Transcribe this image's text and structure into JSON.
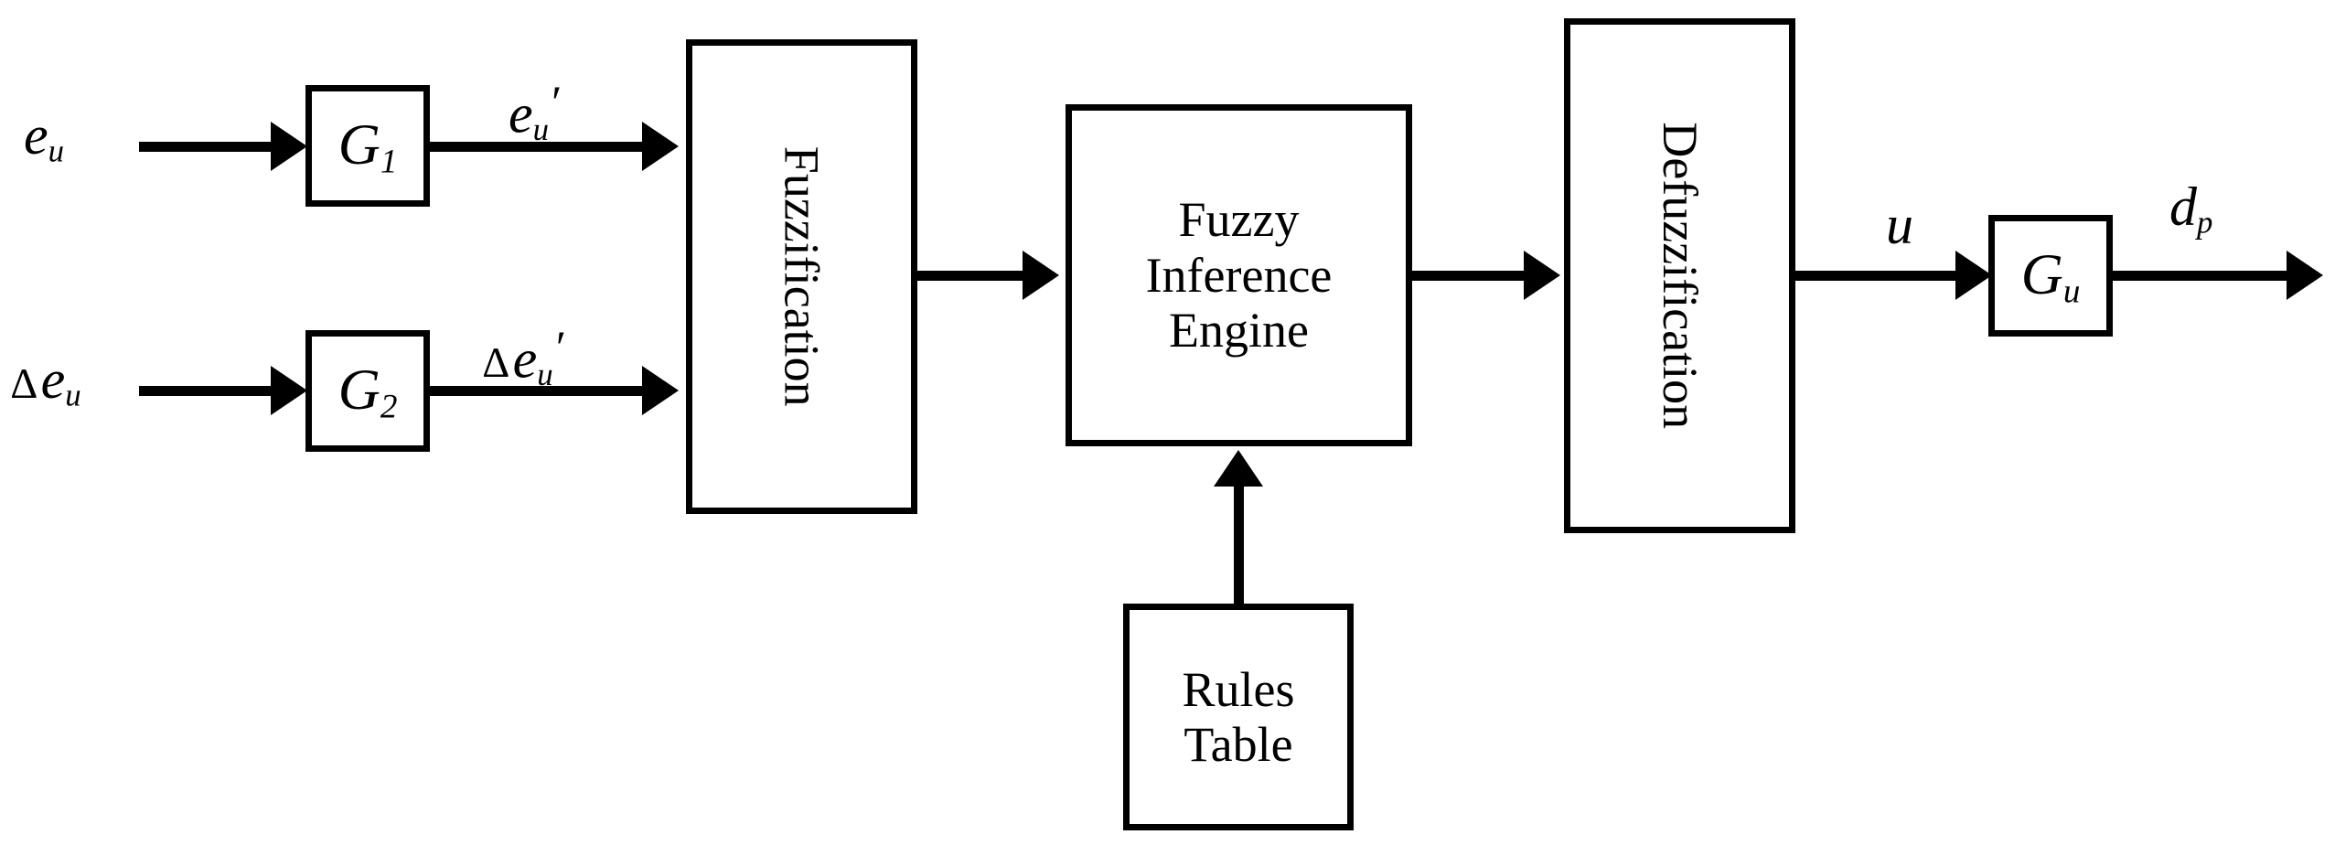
{
  "diagram": {
    "title": "Fuzzy logic controller block diagram",
    "background_color": "#ffffff",
    "stroke_color": "#000000",
    "blocks": [
      {
        "id": "g1",
        "label": "G",
        "subscript": "1",
        "orientation": "horizontal"
      },
      {
        "id": "g2",
        "label": "G",
        "subscript": "2",
        "orientation": "horizontal"
      },
      {
        "id": "fuzzification",
        "label": "Fuzzification",
        "orientation": "vertical"
      },
      {
        "id": "inference",
        "label": "Fuzzy\nInference\nEngine",
        "orientation": "horizontal"
      },
      {
        "id": "defuzzification",
        "label": "Defuzzification",
        "orientation": "vertical"
      },
      {
        "id": "rules",
        "label": "Rules\nTable",
        "orientation": "horizontal"
      },
      {
        "id": "gu",
        "label": "G",
        "subscript": "u",
        "orientation": "horizontal"
      }
    ],
    "signals": [
      {
        "id": "eu",
        "base": "e",
        "subscript": "u",
        "prime": false,
        "delta": false
      },
      {
        "id": "eu_prime",
        "base": "e",
        "subscript": "u",
        "prime": true,
        "delta": false
      },
      {
        "id": "deu",
        "base": "e",
        "subscript": "u",
        "prime": false,
        "delta": true
      },
      {
        "id": "deu_prime",
        "base": "e",
        "subscript": "u",
        "prime": true,
        "delta": true
      },
      {
        "id": "u",
        "base": "u",
        "subscript": "",
        "prime": false,
        "delta": false
      },
      {
        "id": "dp",
        "base": "d",
        "subscript": "p",
        "prime": false,
        "delta": false
      }
    ],
    "labels": {
      "eu": "e",
      "eu_sub": "u",
      "eu_prime_mark": "′",
      "delta_symbol": "∆",
      "u": "u",
      "d": "d",
      "dp_sub": "p",
      "g": "G",
      "g1_sub": "1",
      "g2_sub": "2",
      "gu_sub": "u",
      "fuzzification": "Fuzzification",
      "inference_line1": "Fuzzy",
      "inference_line2": "Inference",
      "inference_line3": "Engine",
      "defuzzification": "Defuzzification",
      "rules_line1": "Rules",
      "rules_line2": "Table"
    }
  }
}
